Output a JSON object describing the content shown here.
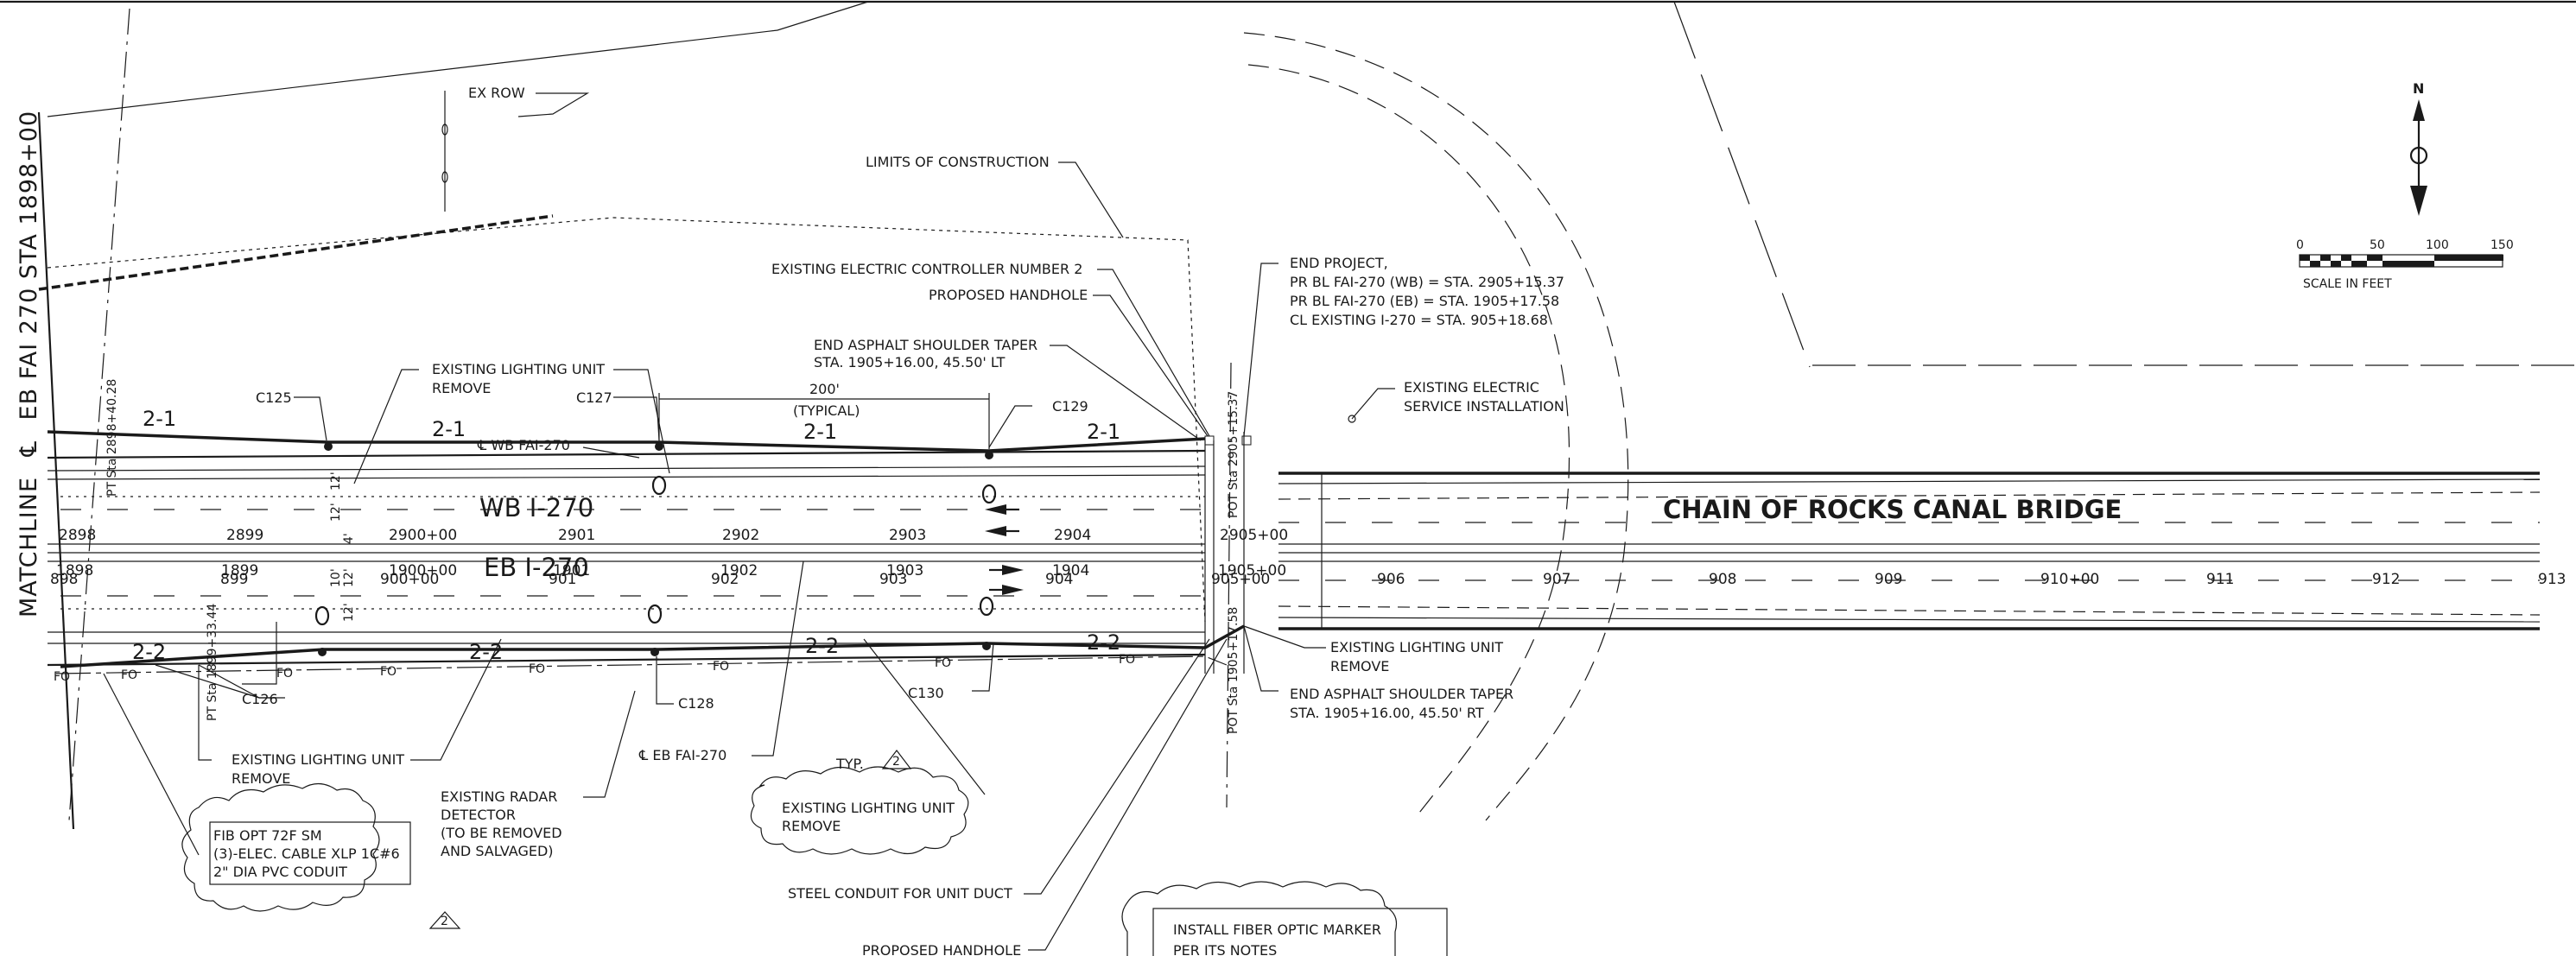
{
  "matchline": "MATCHLINE",
  "matchline_sta": "EB FAI 270 STA 1898+00",
  "matchline_cl_symbol": "℄",
  "north_arrow": "N",
  "scale": {
    "ticks": [
      "0",
      "50",
      "100",
      "150"
    ],
    "label": "SCALE IN FEET"
  },
  "bridge_name": "CHAIN OF ROCKS CANAL BRIDGE",
  "roads": {
    "wb": "WB I-270",
    "eb": "EB I-270"
  },
  "callouts": {
    "ex_row": "EX ROW",
    "limits": "LIMITS OF CONSTRUCTION",
    "controller": "EXISTING ELECTRIC CONTROLLER NUMBER 2",
    "handhole_top": "PROPOSED HANDHOLE",
    "taper_lt_1": "END ASPHALT SHOULDER TAPER",
    "taper_lt_2": "STA. 1905+16.00, 45.50' LT",
    "typ_dim": "200'",
    "typ_dim_note": "(TYPICAL)",
    "light_top_1": "EXISTING LIGHTING UNIT",
    "light_top_2": "REMOVE",
    "wb_bl": "℄ WB FAI-270",
    "eb_bl": "℄ EB FAI-270",
    "end_project": [
      "END PROJECT,",
      "PR BL FAI-270 (WB) = STA. 2905+15.37",
      "PR BL FAI-270 (EB) = STA. 1905+17.58",
      "CL EXISTING I-270 = STA. 905+18.68"
    ],
    "service_1": "EXISTING ELECTRIC",
    "service_2": "SERVICE INSTALLATION",
    "light_right_1": "EXISTING LIGHTING UNIT",
    "light_right_2": "REMOVE",
    "taper_rt_1": "END ASPHALT SHOULDER TAPER",
    "taper_rt_2": "STA. 1905+16.00, 45.50' RT",
    "light_bl_1": "EXISTING LIGHTING UNIT",
    "light_bl_2": "REMOVE",
    "radar": [
      "EXISTING RADAR",
      "DETECTOR",
      "(TO BE REMOVED",
      "AND SALVAGED)"
    ],
    "typ": "TYP.",
    "revision": "2",
    "light_cloud_1": "EXISTING LIGHTING UNIT",
    "light_cloud_2": "REMOVE",
    "conduit": "STEEL CONDUIT FOR UNIT DUCT",
    "handhole_bottom": "PROPOSED HANDHOLE",
    "fiber_box": [
      "FIB OPT 72F SM",
      "(3)-ELEC. CABLE XLP 1C#6",
      "2\" DIA PVC CODUIT"
    ],
    "marker_box": [
      "INSTALL FIBER OPTIC MARKER",
      "PER ITS NOTES"
    ]
  },
  "circuits": {
    "c21": "2-1",
    "c22": "2-2"
  },
  "units": {
    "c125": "C125",
    "c126": "C126",
    "c127": "C127",
    "c128": "C128",
    "c129": "C129",
    "c130": "C130"
  },
  "stations_wb": [
    "2898",
    "2899",
    "2900+00",
    "2901",
    "2902",
    "2903",
    "2904",
    "2905+00"
  ],
  "stations_eb": [
    "1898",
    "1899",
    "1900+00",
    "1901",
    "1902",
    "1903",
    "1904",
    "1905+00"
  ],
  "stations_cl": [
    "898",
    "899",
    "900+00",
    "901",
    "902",
    "903",
    "904",
    "905+00",
    "906",
    "907",
    "908",
    "909",
    "910+00",
    "911",
    "912",
    "913"
  ],
  "vertical_labels": {
    "pt_wb": "PT Sta 2898+40.28",
    "pt_eb": "PT Sta 1899+33.44",
    "pot_wb": "POT Sta 2905+15.37",
    "pot_eb": "POT Sta 1905+17.58",
    "width_a": "12'",
    "width_b": "12'",
    "width_c": "4'",
    "width_d": "10'",
    "width_e": "12'",
    "width_f": "12'"
  },
  "fo_tag": "FO",
  "colors": {
    "ink": "#1a1a1a",
    "paper": "#ffffff"
  }
}
